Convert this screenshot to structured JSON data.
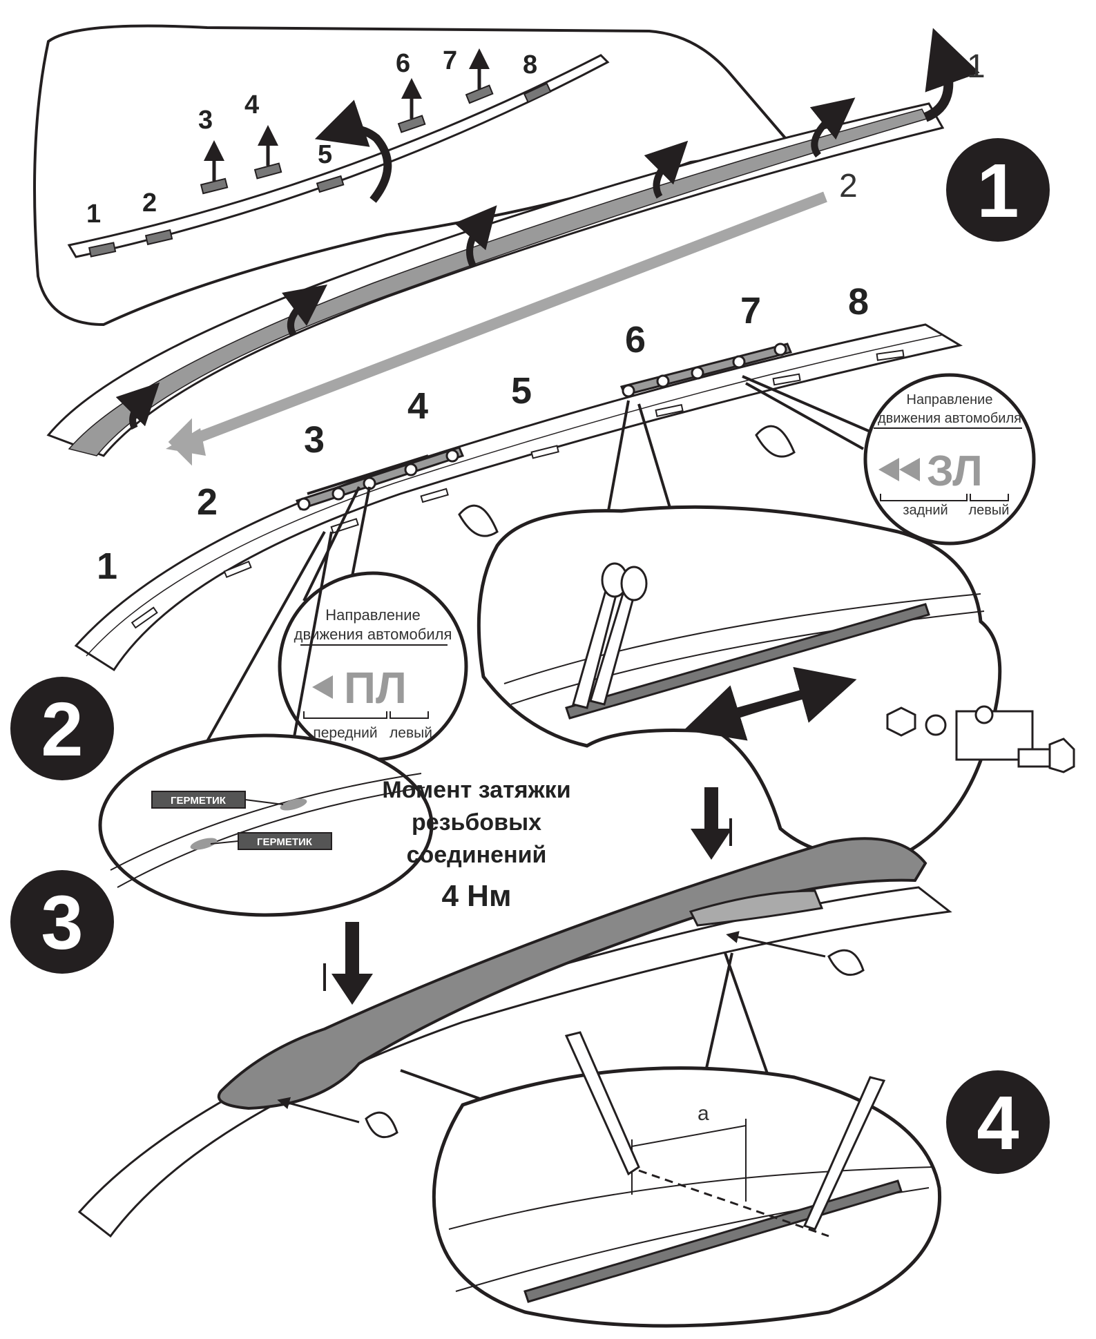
{
  "steps": [
    "1",
    "2",
    "3",
    "4"
  ],
  "step1": {
    "callout_strip_numbers": [
      "1",
      "2",
      "3",
      "4",
      "5",
      "6",
      "7",
      "8"
    ],
    "action_labels": [
      "1",
      "2"
    ]
  },
  "step2": {
    "position_numbers": [
      "1",
      "2",
      "3",
      "4",
      "5",
      "6",
      "7",
      "8"
    ],
    "front_left_bubble": {
      "caption_line1": "Направление",
      "caption_line2": "движения автомобиля",
      "code": "ПЛ",
      "legend_a": "передний",
      "legend_b": "левый"
    },
    "rear_left_bubble": {
      "caption_line1": "Направление",
      "caption_line2": "движения автомобиля",
      "code": "ЗЛ",
      "legend_a": "задний",
      "legend_b": "левый"
    },
    "sealant_label": "ГЕРМЕТИК"
  },
  "step3": {
    "torque_line1": "Момент затяжки",
    "torque_line2": "резьбовых",
    "torque_line3": "соединений",
    "torque_value": "4 Нм"
  },
  "step4": {
    "dimension_label": "a"
  },
  "colors": {
    "ink": "#231f20",
    "tape": "#9a9a9a",
    "arrow_gray": "#a6a6a6",
    "step_badge": "#231f20"
  }
}
